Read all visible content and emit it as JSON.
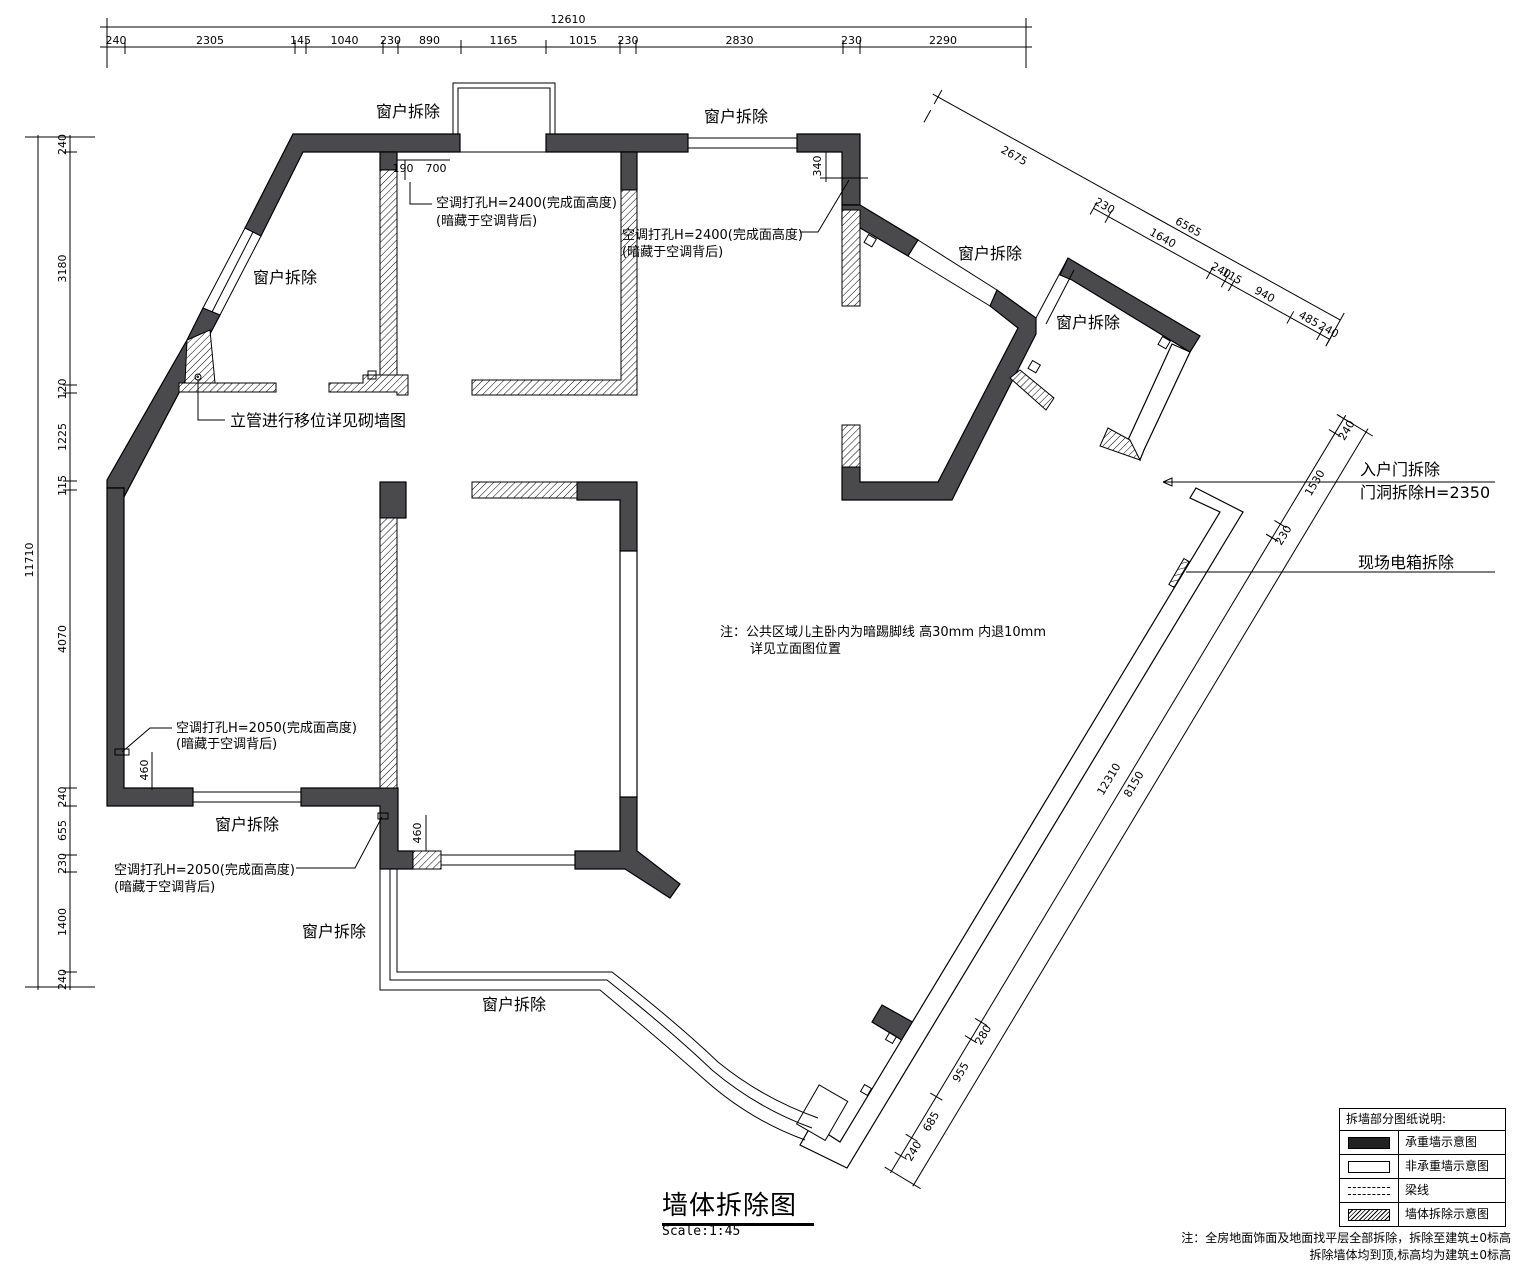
{
  "top_dims": {
    "total": "12610",
    "segments": [
      "240",
      "2305",
      "145",
      "1040",
      "230",
      "890",
      "1165",
      "1015",
      "230",
      "2830",
      "230",
      "2290"
    ]
  },
  "left_dims": {
    "total": "11710",
    "segments": [
      "240",
      "3180",
      "120",
      "1225",
      "115",
      "4070",
      "240",
      "655",
      "230",
      "1400",
      "240"
    ]
  },
  "diag_dims": {
    "outer": "6565",
    "inner": [
      "2675",
      "230",
      "1640",
      "240",
      "115",
      "940",
      "485",
      "240"
    ]
  },
  "right_dims": {
    "outer": "12310",
    "inner_top": [
      "240",
      "1530",
      "230"
    ],
    "inner_bottom": [
      "8150",
      "280",
      "955",
      "685",
      "240"
    ]
  },
  "small_dims": [
    "190",
    "700",
    "340",
    "460",
    "460"
  ],
  "labels": {
    "window_removal": "窗户拆除",
    "riser_move": "立管进行移位详见砌墙图",
    "entry_door": "入户门拆除",
    "door_opening": "门洞拆除H=2350",
    "electric_box": "现场电箱拆除"
  },
  "ac_holes": {
    "h2400_line1": "空调打孔H=2400(完成面高度)",
    "h2050_line1": "空调打孔H=2050(完成面高度)",
    "hidden": "(暗藏于空调背后)"
  },
  "note": {
    "line1": "注：公共区域儿主卧内为暗踢脚线 高30mm 内退10mm",
    "line2": "详见立面图位置"
  },
  "title": "墙体拆除图",
  "scale": "Scale:1:45",
  "legend": {
    "header": "拆墙部分图纸说明:",
    "items": [
      {
        "swatch": "solid",
        "label": "承重墙示意图"
      },
      {
        "swatch": "empty",
        "label": "非承重墙示意图"
      },
      {
        "swatch": "dashed",
        "label": "梁线"
      },
      {
        "swatch": "hatch",
        "label": "墙体拆除示意图"
      }
    ]
  },
  "footnote": {
    "line1": "注：全房地面饰面及地面找平层全部拆除，拆除至建筑±0标高",
    "line2": "拆除墙体均到顶,标高均为建筑±0标高"
  }
}
